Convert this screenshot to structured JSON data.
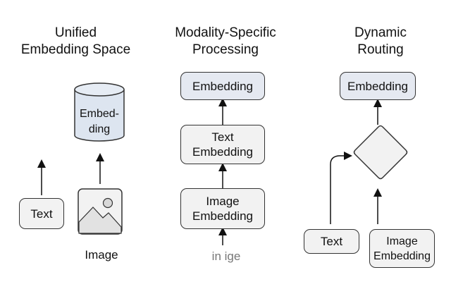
{
  "panels": {
    "unified": {
      "title": "Unified\nEmbedding Space",
      "store_label": "Embed-\nding",
      "text_box": "Text",
      "image_label": "Image"
    },
    "modality": {
      "title": "Modality-Specific\nProcessing",
      "embedding_box": "Embedding",
      "text_embedding_box": "Text\nEmbedding",
      "image_embedding_box": "Image\nEmbedding",
      "input_label": "in ige"
    },
    "routing": {
      "title": "Dynamic\nRouting",
      "embedding_box": "Embedding",
      "text_box": "Text",
      "image_embedding_box": "Image\nEmbedding"
    }
  },
  "colors": {
    "stroke": "#333333",
    "box_fill": "#f2f2f2",
    "embedding_fill": "#e5e9f1",
    "cylinder_fill": "#dde5f0"
  }
}
